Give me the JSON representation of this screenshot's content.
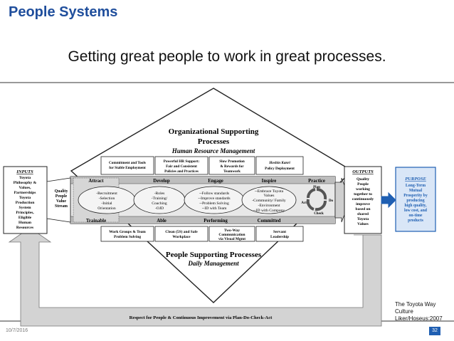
{
  "slide": {
    "title": "People Systems",
    "subtitle": "Getting great people to work in great processes.",
    "date": "10/7/2016",
    "page_number": "32",
    "credit_line1": "The Toyota Way Culture",
    "credit_line2": "Liker/Hoseus:2007"
  },
  "diagram": {
    "org_title_1": "Organizational Supporting",
    "org_title_2": "Processes",
    "org_subtitle": "Human Resource Management",
    "top_boxes": [
      [
        "Commitment and Tools",
        "for Stable Employment"
      ],
      [
        "Powerful HR Support:",
        "Fair and Consistent",
        "Policies and Practices"
      ],
      [
        "Slow Promotion",
        "& Rewards for",
        "Teamwork"
      ],
      [
        "Hoshin Kanri",
        "Policy Deployment"
      ]
    ],
    "inputs": {
      "heading": "INPUTS",
      "lines": [
        "Toyota",
        "Philosophy &",
        "Values,",
        "Partnerships",
        "Toyota",
        "Production",
        "System",
        "Principles,",
        "Eligible",
        "Human",
        "Resources"
      ]
    },
    "quality_stream": [
      "Quality",
      "People",
      "Value",
      "Stream"
    ],
    "stage_headers": [
      "Attract",
      "Develop",
      "Engage",
      "Inspire",
      "Practice"
    ],
    "stage_footers": [
      "Trainable",
      "Able",
      "Performing",
      "Committed"
    ],
    "stage_contents": [
      [
        "-Recruitment",
        "-Selection",
        "-Initial",
        "Orientation"
      ],
      [
        "-Roles",
        "-Training/",
        "Coaching",
        "-OJD"
      ],
      [
        "--Follow standards",
        "--Improve standards",
        "--Problem Solving",
        "--ID with Team"
      ],
      [
        "--Embrace Toyota",
        "Values",
        "-Community/ Family",
        "-Environment",
        "--ID with Company"
      ]
    ],
    "pdca": {
      "plan": "Plan",
      "do": "Do",
      "check": "Check",
      "act": "Act"
    },
    "outputs": {
      "heading": "OUTPUTS",
      "lines": [
        "Quality",
        "People",
        "working",
        "together to",
        "continuously",
        "improve",
        "based on",
        "shared",
        "Toyota",
        "Values"
      ]
    },
    "purpose": {
      "heading": "PURPOSE",
      "lines": [
        "Long-Term",
        "Mutual",
        "Prosperity by",
        "producing",
        "high quality,",
        "low cost, and",
        "on-time",
        "products"
      ]
    },
    "bottom_boxes": [
      [
        "Work Groups & Team",
        "Problem Solving"
      ],
      [
        "Clean (5S) and Safe",
        "Workplace"
      ],
      [
        "Two-Way",
        "Communication",
        "via Visual Mgmt"
      ],
      [
        "Servant",
        "Leadership"
      ]
    ],
    "people_title": "People Supporting Processes",
    "people_subtitle": "Daily Management",
    "feedback_label": "Respect for People & Continuous Improvement via Plan-Do-Check-Act"
  }
}
